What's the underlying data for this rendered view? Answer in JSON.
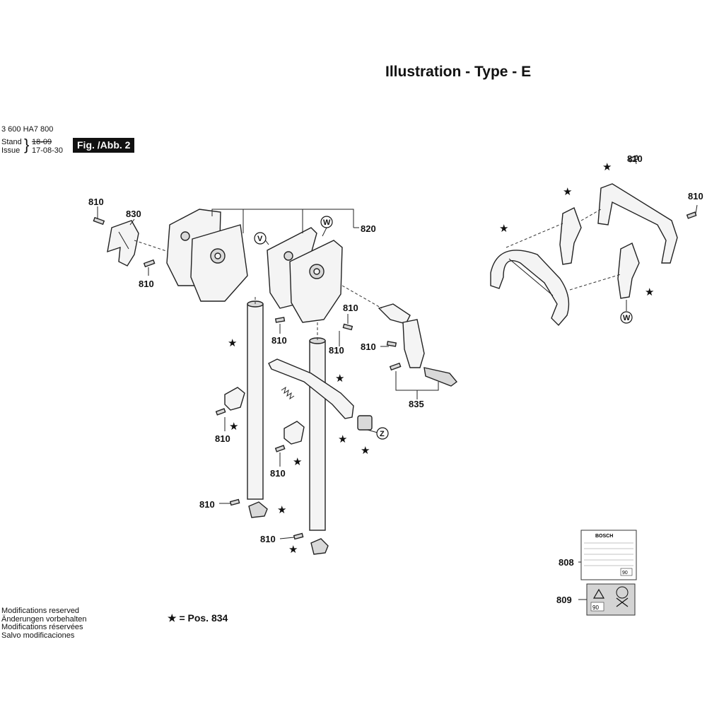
{
  "header": {
    "title": "Illustration - Type - E",
    "part_number": "3 600 HA7 800",
    "stand_label": "Stand",
    "issue_label": "Issue",
    "stand_value": "18-09",
    "issue_value": "17-08-30",
    "figure_label": "Fig. /Abb. 2"
  },
  "legend": {
    "star_note": "★ = Pos. 834"
  },
  "notes": [
    "Modifications reserved",
    "Änderungen vorbehalten",
    "Modifications réservées",
    "Salvo modificaciones"
  ],
  "callouts": {
    "c810": "810",
    "c830": "830",
    "c820": "820",
    "c835": "835",
    "c808": "808",
    "c809": "809"
  },
  "markers": {
    "V": "V",
    "W": "W",
    "Z": "Z",
    "star": "★"
  },
  "label_sticker": {
    "brand": "BOSCH",
    "value": "90"
  }
}
